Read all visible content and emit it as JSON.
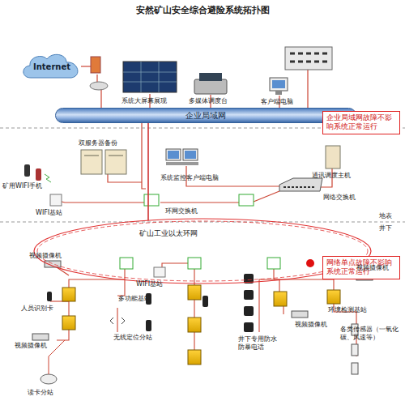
{
  "diagram": {
    "title": "安然矿山安全综合避险系统拓扑图",
    "nodes": [
      {
        "text": [
          "Internet"
        ]
      },
      {
        "text": [
          "企业局域网"
        ]
      },
      {
        "text": [
          "企业局域网故障不影响系统正常运行"
        ]
      },
      {
        "text": [
          "矿山工业以太环网"
        ]
      },
      {
        "text": [
          "网络单点故障不影响系统正常运行"
        ]
      }
    ],
    "edges": [
      {
        "from": 1,
        "to": 3,
        "arrow": "none"
      }
    ],
    "labels": [
      "系统大屏幕展现",
      "多媒体调度台",
      "客户端电脑",
      "双服务器备份",
      "系统监控客户端电脑",
      "通讯调度主机",
      "矿用WIFI手机",
      "WIFI基站",
      "环网交换机",
      "网络交换机",
      "地表",
      "井下",
      "视频摄像机",
      "WIFI基站",
      "人员识别卡",
      "多功能基站",
      "视频摄像机",
      "环境检测基站",
      "视频摄像机",
      "无线定位分站",
      "视频摄像机",
      "井下专用防水防暴电话",
      "各类传感器（一氧化碳、风速等）",
      "读卡分站"
    ]
  }
}
